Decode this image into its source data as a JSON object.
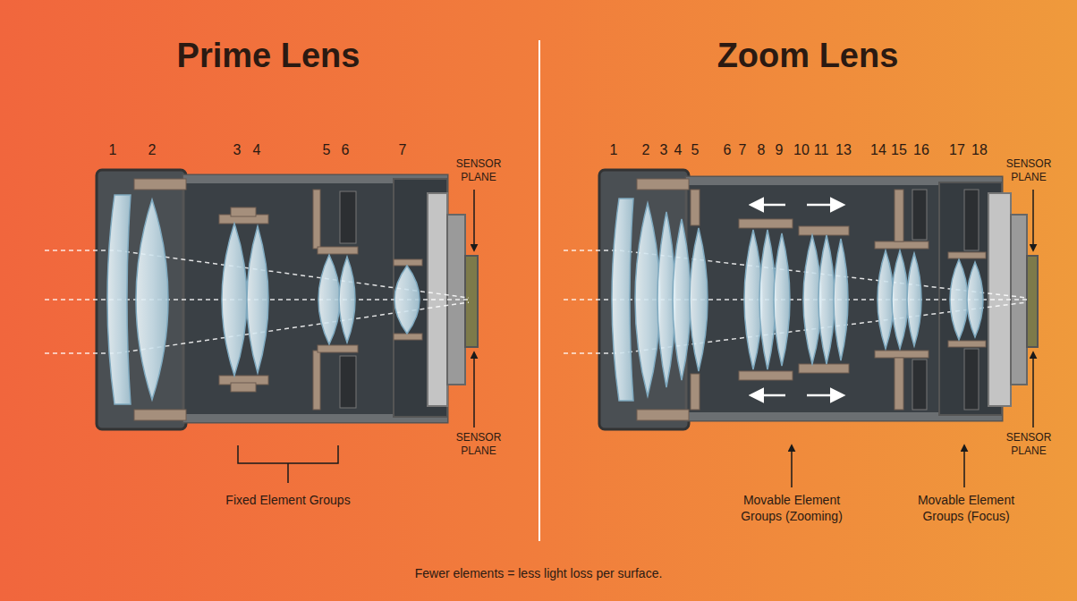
{
  "diagram": {
    "caption": "Fewer elements = less light loss per surface.",
    "labels": [
      "Prime Lens",
      "Zoom Lens",
      "1",
      "2",
      "3",
      "4",
      "5",
      "6",
      "7",
      "SENSOR PLANE",
      "SENSOR PLANE",
      "Fixed Element Groups",
      "1",
      "2",
      "3",
      "4",
      "5",
      "6",
      "7",
      "8",
      "9",
      "10",
      "11",
      "13",
      "14",
      "15",
      "16",
      "17",
      "18",
      "SENSOR PLANE",
      "SENSOR PLANE",
      "Movable Element Groups (Zooming)",
      "Movable Element Groups (Focus)"
    ]
  }
}
